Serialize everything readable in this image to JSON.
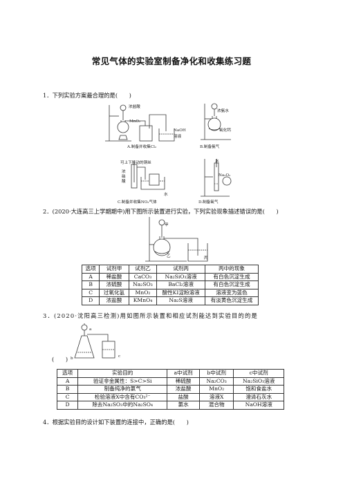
{
  "title": "常见气体的实验室制备净化和收集练习题",
  "q1": {
    "stem": "1．下列实验方案最合理的是(　　)",
    "labels": {
      "conc_hcl": "浓盐酸",
      "mno2": "MnO₂",
      "naoh": "NaOH",
      "solution": "溶液",
      "conc_ammonia": "浓氨水",
      "cao": "氧化钙",
      "movable_wire": "可上下移动的铜丝",
      "conc_hno3_1": "浓",
      "conc_hno3_2": "硝",
      "conc_hno3_3": "酸",
      "water": "水",
      "water2": "水",
      "na2o2": "Na₂O₂"
    },
    "captions": {
      "a": "A.制备并收集Cl₂",
      "b": "B.制备氨气",
      "c": "C.制备并收集NO₂气体",
      "d": "D.制备氧气"
    }
  },
  "q2": {
    "stem": "2．(2020·大连高三上学期期中)用下图所示装置进行实验，下列实验现象描述错误的是(　　)",
    "labels": {
      "jia": "甲",
      "yi": "乙",
      "bing": "丙"
    },
    "table": {
      "headers": [
        "选项",
        "试剂甲",
        "试剂乙",
        "试剂丙",
        "丙中的现象"
      ],
      "rows": [
        [
          "A",
          "稀盐酸",
          "CaCO₃",
          "Na₂SiO₃溶液",
          "有白色沉淀生成"
        ],
        [
          "B",
          "浓硫酸",
          "Na₂SO₃",
          "BaCl₂溶液",
          "有白色沉淀生成"
        ],
        [
          "C",
          "过氧化氢",
          "MnO₂",
          "酸性KI淀粉溶液",
          "溶液变为蓝色"
        ],
        [
          "D",
          "浓盐酸",
          "KMnO₄",
          "Na₂S溶液",
          "有淡黄色沉淀生成"
        ]
      ]
    }
  },
  "q3": {
    "stem_line1": "3．(2020·沈阳高三检测)用如图所示装置和相应试剂能达到实验目的的是",
    "stem_line2": "(　　)",
    "labels": {
      "a": "a",
      "b": "b",
      "c": "c"
    },
    "table": {
      "headers": [
        "选项",
        "实验目的",
        "a中试剂",
        "b中试剂",
        "c中试剂"
      ],
      "rows": [
        [
          "A",
          "验证非金属性：S>C>Si",
          "稀硫酸",
          "Na₂CO₃",
          "Na₂SiO₃溶液"
        ],
        [
          "B",
          "制备纯净的氯气",
          "浓盐酸",
          "MnO₂",
          "饱和食盐水"
        ],
        [
          "C",
          "检验溶液X中含有CO₃²⁻",
          "盐酸",
          "溶液X",
          "澄清石灰水"
        ],
        [
          "D",
          "除去Na₂SO₃中的Na₂SO₄",
          "氯水",
          "混合物",
          "NaOH溶液"
        ]
      ]
    }
  },
  "q4": {
    "stem": "4．根据实验目的设计如下装置的连接中，正确的是(　　)"
  }
}
